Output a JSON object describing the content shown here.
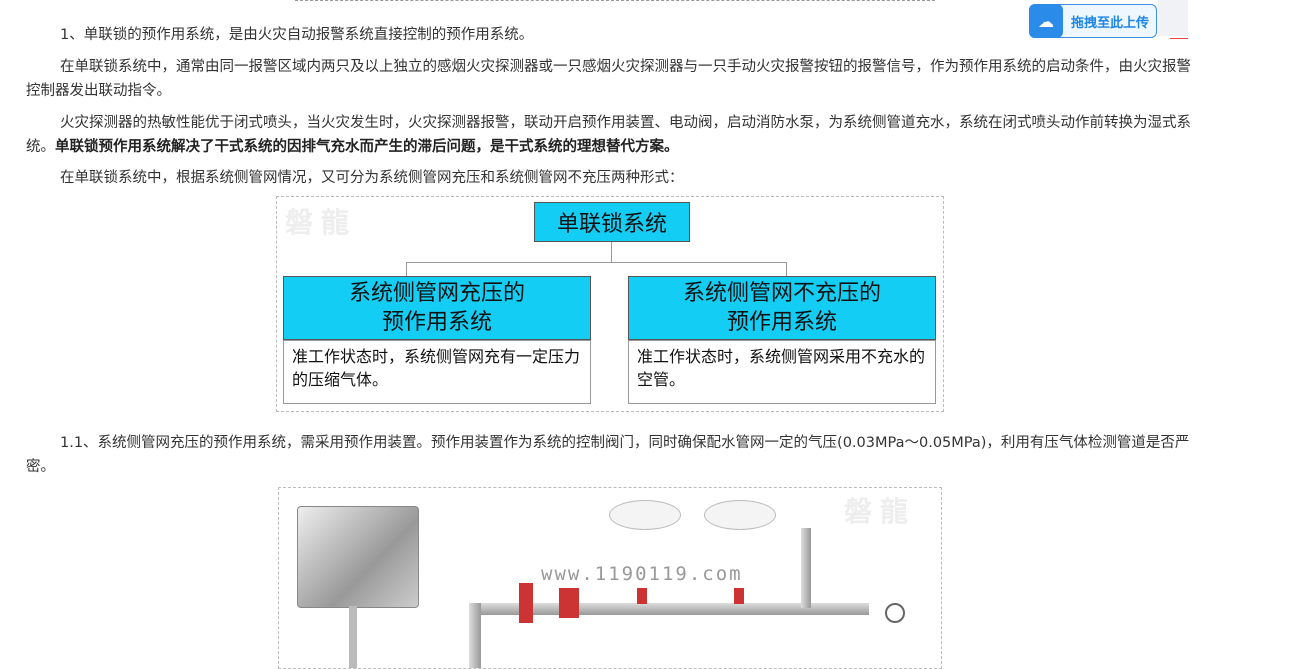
{
  "upload": {
    "label": "拖拽至此上传",
    "icon": "cloud-icon"
  },
  "paragraphs": [
    {
      "text": "1、单联锁的预作用系统，是由火灾自动报警系统直接控制的预作用系统。"
    },
    {
      "text": "在单联锁系统中，通常由同一报警区域内两只及以上独立的感烟火灾探测器或一只感烟火灾探测器与一只手动火灾报警按钮的报警信号，作为预作用系统的启动条件，由火灾报警控制器发出联动指令。"
    },
    {
      "text": "火灾探测器的热敏性能优于闭式喷头，当火灾发生时，火灾探测器报警，联动开启预作用装置、电动阀，启动消防水泵，为系统侧管道充水，系统在闭式喷头动作前转换为湿式系统。",
      "bold": "单联锁预作用系统解决了干式系统的因排气充水而产生的滞后问题，是干式系统的理想替代方案。"
    },
    {
      "text": "在单联锁系统中，根据系统侧管网情况，又可分为系统侧管网充压和系统侧管网不充压两种形式："
    },
    {
      "text": "1.1、系统侧管网充压的预作用系统，需采用预作用装置。预作用装置作为系统的控制阀门，同时确保配水管网一定的气压(0.03MPa～0.05MPa)，利用有压气体检测管道是否严密。"
    }
  ],
  "diagram": {
    "watermark": "磐龍",
    "root": "单联锁系统",
    "left_title": "系统侧管网充压的\n预作用系统",
    "left_desc": "准工作状态时，系统侧管网充有一定压力的压缩气体。",
    "right_title": "系统侧管网不充压的\n预作用系统",
    "right_desc": "准工作状态时，系统侧管网采用不充水的空管。"
  },
  "illustration": {
    "watermark": "磐龍",
    "site": "www.1190119.com"
  }
}
